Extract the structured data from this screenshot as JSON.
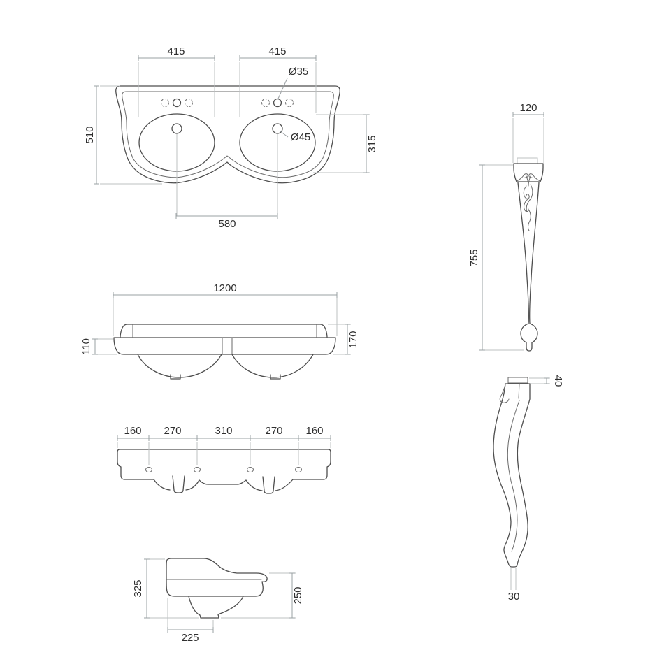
{
  "colors": {
    "outline": "#4e4e4e",
    "dimension_line": "#9aa0a3",
    "extension_line": "#bcc0c2",
    "text": "#2f2f2f",
    "background": "#ffffff"
  },
  "views": {
    "top": {
      "width_left": "415",
      "width_right": "415",
      "faucet_hole_dia": "Ø35",
      "drain_hole_dia": "Ø45",
      "overall_depth": "510",
      "bowl_zone_depth": "315",
      "drain_spacing": "580"
    },
    "front": {
      "overall_width": "1200",
      "apron_height": "110",
      "total_height": "170"
    },
    "back": {
      "seg1": "160",
      "seg2": "270",
      "seg3": "310",
      "seg4": "270",
      "seg5": "160"
    },
    "side": {
      "overall_depth": "325",
      "front_height": "250",
      "bowl_offset": "225"
    },
    "leg_front": {
      "top_width": "120",
      "height": "755"
    },
    "leg_side": {
      "cap_height": "40",
      "foot_width": "30"
    }
  }
}
